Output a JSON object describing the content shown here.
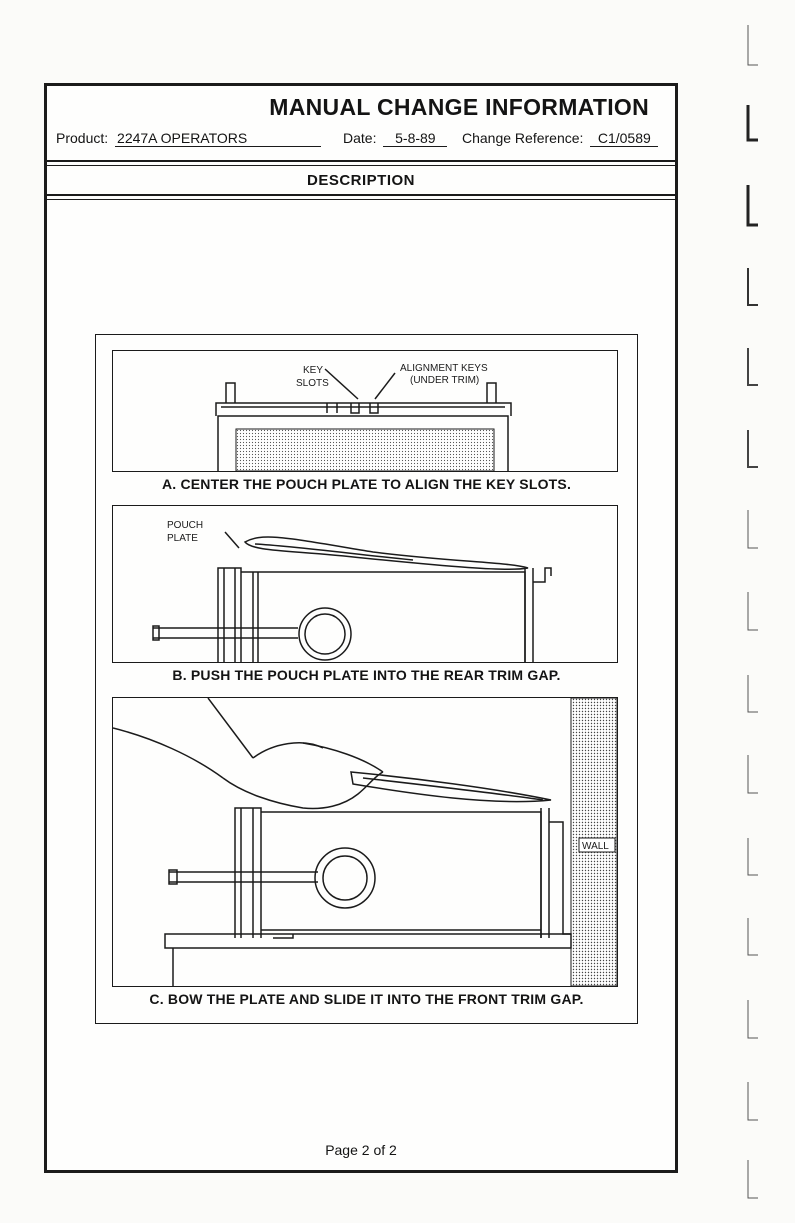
{
  "header": {
    "title": "MANUAL CHANGE INFORMATION",
    "product_label": "Product:",
    "product_value": "2247A OPERATORS",
    "date_label": "Date:",
    "date_value": "5-8-89",
    "change_ref_label": "Change Reference:",
    "change_ref_value": "C1/0589"
  },
  "section": {
    "title": "DESCRIPTION"
  },
  "figure": {
    "panel_a": {
      "caption": "A. CENTER THE POUCH PLATE TO ALIGN THE KEY SLOTS.",
      "label_key_slots_line1": "KEY",
      "label_key_slots_line2": "SLOTS",
      "label_alignment_line1": "ALIGNMENT KEYS",
      "label_alignment_line2": "(UNDER TRIM)"
    },
    "panel_b": {
      "caption": "B. PUSH THE POUCH PLATE INTO THE REAR TRIM GAP.",
      "label_pouch_line1": "POUCH",
      "label_pouch_line2": "PLATE"
    },
    "panel_c": {
      "caption": "C. BOW THE PLATE AND SLIDE IT INTO THE FRONT TRIM GAP.",
      "label_wall": "WALL"
    }
  },
  "footer": {
    "page": "Page 2 of 2"
  }
}
